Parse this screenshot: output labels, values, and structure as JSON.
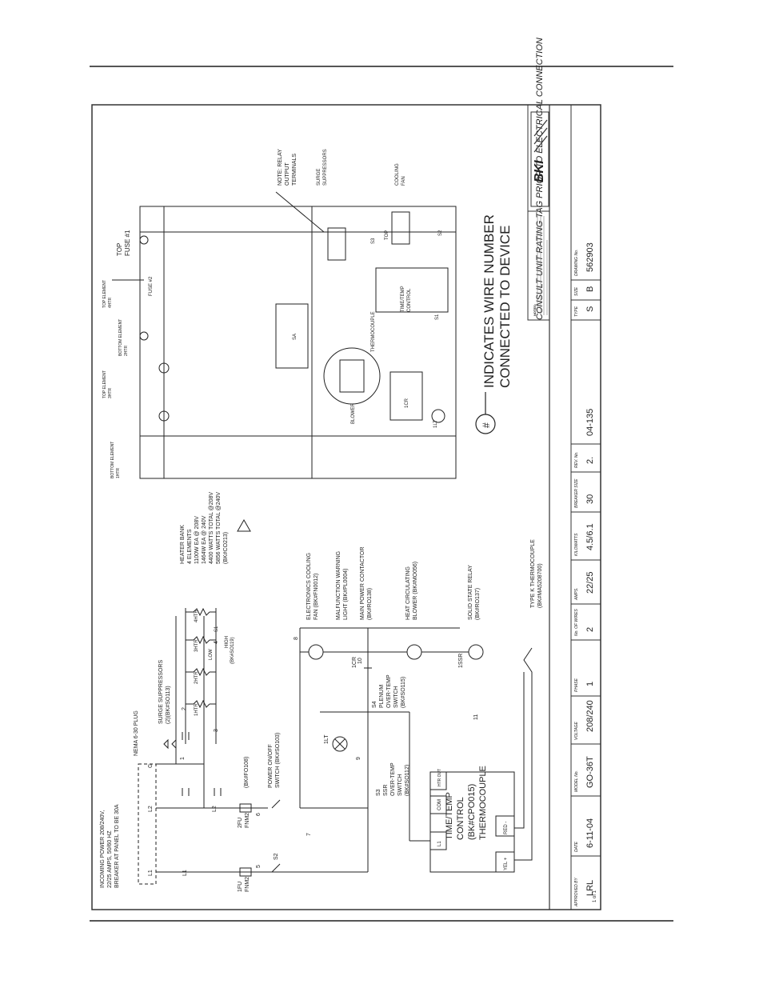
{
  "title_block": {
    "headers": [
      "APPROVED BY",
      "DATE",
      "MODEL No.",
      "VOLTAGE",
      "PHASE",
      "No. OF WIRES",
      "AMPS.",
      "KILOWATTS",
      "BREAKER SIZE",
      "REV. No.",
      "",
      "TYPE",
      "SIZE",
      "DRAWING No."
    ],
    "values": [
      "LRL",
      "6-11-04",
      "GO-36T",
      "208/240",
      "1",
      "2",
      "22/25",
      "4.5/6.1",
      "30",
      "2.",
      "04-135",
      "S",
      "B",
      "562903"
    ],
    "sheet": "1 of 1",
    "consult_note": "CONSULT UNIT RATING TAG PRIOR TO ELECTRICAL CONNECTION",
    "notes_header": "NOTES:",
    "logo": "BKI"
  },
  "legend": {
    "symbol": "#",
    "line1": "INDICATES WIRE NUMBER",
    "line2": "CONNECTED TO DEVICE"
  },
  "schematic": {
    "incoming_power": [
      "INCOMING POWER 208/240V,",
      "22/25 AMPS, 50/60 HZ",
      "BREAKER AT PANEL TO BE 30A"
    ],
    "plug": "NEMA 6-30 PLUG",
    "L1": "L1",
    "L2": "L2",
    "G": "G",
    "surge": [
      "SURGE SUPPRESSORS",
      "(2)(BK#SO113)"
    ],
    "heater": [
      "HEATER BANK",
      "4 ELEMENTS",
      "1100W EA @ 208V",
      "1464W EA @ 240V",
      "4400 WATTS TOTAL @208V",
      "5856 WATTS TOTAL @240V",
      "(BK#CO213)"
    ],
    "heater_elements": [
      "1HTR",
      "2HTR",
      "3HTR",
      "4HTR"
    ],
    "low": "LOW",
    "high": "HIGH",
    "s1": "S1",
    "s1_part": "(BK#SO119)",
    "fuse1": [
      "1FU",
      "FNM2"
    ],
    "fuse2": [
      "2FU",
      "FNM2"
    ],
    "fuse2_part": "(BK#FO108)",
    "power_switch": [
      "POWER ON/OFF",
      "SWITCH (BK#SO103)"
    ],
    "s2": "S2",
    "cooling_fan": [
      "ELECTRONICS COOLING",
      "FAN (BK#FN0012)"
    ],
    "malfunction": [
      "MALFUNCTION WARNING",
      "LIGHT (BK#PL0004)"
    ],
    "contactor": [
      "MAIN POWER CONTACTOR",
      "(BK#RO138)"
    ],
    "blower": [
      "HEAT CIRCULATING",
      "BLOWER (BK#MO056)"
    ],
    "ssr": [
      "SOLID STATE RELAY",
      "(BK#RO137)"
    ],
    "thermocouple": [
      "TYPE K THERMOCOUPLE",
      "(BK#MA5208700)"
    ],
    "s3": [
      "S3",
      "SSR",
      "OVER-TEMP",
      "SWITCH",
      "(BK#SO112)"
    ],
    "s4": [
      "S4",
      "PLENUM",
      "OVER-TEMP",
      "SWITCH",
      "(BK#SO115)"
    ],
    "lamp": "1LT",
    "cr": "1CR",
    "ssr_label": "1SSR",
    "control": [
      "TIME/TEMP",
      "CONTROL",
      "(BK#CPO015)",
      "THERMOCOUPLE"
    ],
    "control_terms": [
      "L1",
      "COM",
      "HTR OUT",
      "YEL +",
      "RED -"
    ],
    "wire_numbers": [
      "1",
      "2",
      "3",
      "4",
      "5",
      "6",
      "7",
      "8",
      "9",
      "10",
      "11"
    ]
  },
  "layout_view": {
    "relay_note": [
      "NOTE: RELAY",
      "OUTPUT",
      "TERMINALS"
    ],
    "surge": [
      "SURGE",
      "SUPPRESSORS"
    ],
    "cooling_fan": [
      "COOLING",
      "FAN"
    ],
    "top_fuse1": [
      "TOP",
      "FUSE #1"
    ],
    "fuse2": "FUSE #2",
    "top_element_top": [
      "TOP ELEMENT",
      "4HTR"
    ],
    "top_element_bottom": [
      "TOP ELEMENT",
      "3HTR"
    ],
    "bottom_element_mid": [
      "BOTTOM ELEMENT",
      "2HTR"
    ],
    "bottom_element_bottom": [
      "BOTTOM ELEMENT",
      "1HTR"
    ],
    "sa": "SA",
    "blower": "BLOWER",
    "thermocouple": "THERMOCOUPLE",
    "control": [
      "TIME/TEMP",
      "CONTROL"
    ],
    "cr": "1CR",
    "lt": "1LT",
    "s1": "S1",
    "s2": "S2",
    "s3": "S3",
    "top": "TOP"
  }
}
